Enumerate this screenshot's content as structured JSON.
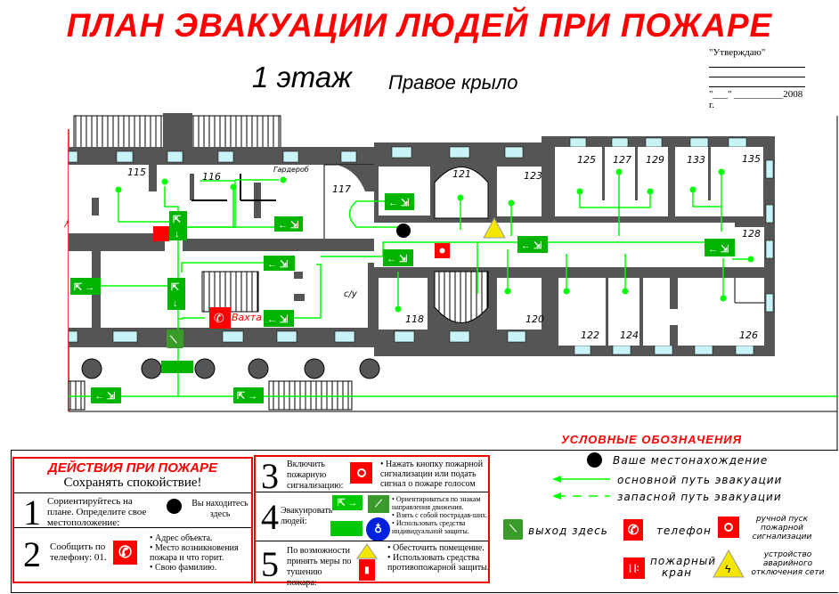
{
  "header": {
    "title": "ПЛАН ЭВАКУАЦИИ ЛЮДЕЙ ПРИ ПОЖАРЕ",
    "floor": "1 этаж",
    "wing": "Правое крыло"
  },
  "approval": {
    "label": "\"Утверждаю\"",
    "date_line": "\"___\" __________2008 г."
  },
  "plan": {
    "rooms": {
      "r115": "115",
      "r116": "116",
      "wardrobe": "Гардероб",
      "r117": "117",
      "r118": "118",
      "r120": "120",
      "r121": "121",
      "r122": "122",
      "r123": "123",
      "r124": "124",
      "r125": "125",
      "r126": "126",
      "r127": "127",
      "r128": "128",
      "r129": "129",
      "r133": "133",
      "r135": "135",
      "wc": "с/у",
      "guard": "Вахта"
    }
  },
  "actions": {
    "title": "ДЕЙСТВИЯ ПРИ ПОЖАРЕ",
    "subtitle": "Сохранять спокойствие!",
    "steps": [
      {
        "n": "1",
        "text": "Сориентируйтесь на плане. Определите свое местоположение:",
        "note": "Вы находитесь здесь"
      },
      {
        "n": "2",
        "text": "Сообщить по телефону: 01.",
        "bullets": [
          "Адрес объекта.",
          "Место возникновения пожара и что горит.",
          "Свою фамилию."
        ]
      },
      {
        "n": "3",
        "text": "Включить пожарную сигнализацию:",
        "bullets": [
          "Нажать кнопку пожарной сигнализации или подать сигнал о пожаре голосом"
        ]
      },
      {
        "n": "4",
        "text": "Эвакуировать людей:",
        "bullets": [
          "Ориентироваться по знакам направления движения.",
          "Взять с собой пострадав-ших.",
          "Использовать средства индивидуальной защиты."
        ]
      },
      {
        "n": "5",
        "text": "По возможности принять меры по тушению пожара:",
        "bullets": [
          "Обесточить помещение.",
          "Использовать средства противопожарной защиты."
        ]
      }
    ]
  },
  "legend": {
    "title": "УСЛОВНЫЕ ОБОЗНАЧЕНИЯ",
    "location": "Ваше местонахождение",
    "main_route": "основной путь эвакуации",
    "spare_route": "запасной путь эвакуации",
    "exit": "выход здесь",
    "phone": "телефон",
    "alarm": "ручной пуск пожарной сигнализации",
    "hydrant": "пожарный кран",
    "power_off": "устройство аварийного отключения сети"
  },
  "colors": {
    "title": "#ff0000",
    "wall": "#555555",
    "window": "#c8f4f8",
    "sign_green": "#00b400",
    "route": "#00ff00",
    "door_green": "#3a9a2a",
    "alarm_red": "#ee0000",
    "warn_yellow": "#f5e600"
  }
}
